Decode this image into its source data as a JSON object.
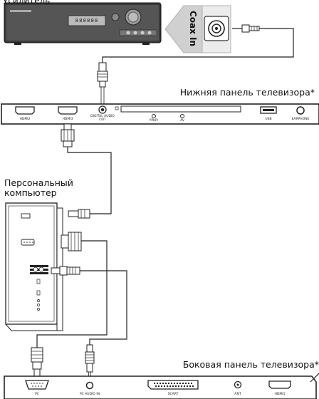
{
  "amplifier": {
    "label": "Усилитель",
    "display_text": "888888"
  },
  "coax_in_label": "Coax In",
  "bottom_panel": {
    "label": "Нижняя панель телевизора*",
    "ports": {
      "hdmi2": "HDMI2",
      "hdmi3": "HDMI3",
      "digital_audio_out_line1": "DIGITAL AUDIO",
      "digital_audio_out_line2": "OUT",
      "ypbpr": "YPbPr",
      "av": "AV",
      "usb": "USB",
      "earphone": "EARPHONE"
    }
  },
  "pc": {
    "label_line1": "Персональный",
    "label_line2": "компьютер"
  },
  "side_panel": {
    "label": "Боковая панель телевизора*",
    "ports": {
      "pc": "PC",
      "pc_audio_in": "PC AUDIO IN",
      "scart": "SCART",
      "ant": "ANT",
      "hdmi1": "HDMI1"
    }
  }
}
